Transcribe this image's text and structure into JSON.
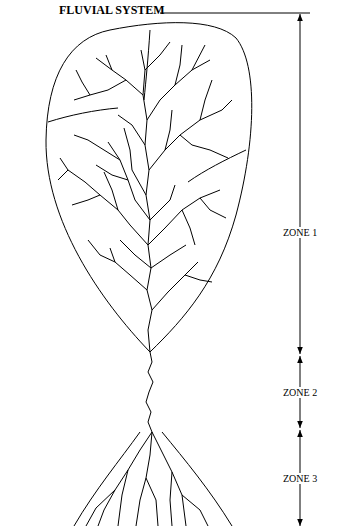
{
  "diagram": {
    "title": "FLUVIAL SYSTEM",
    "labels": [
      "ZONE 1",
      "ZONE 2",
      "ZONE 3"
    ]
  }
}
